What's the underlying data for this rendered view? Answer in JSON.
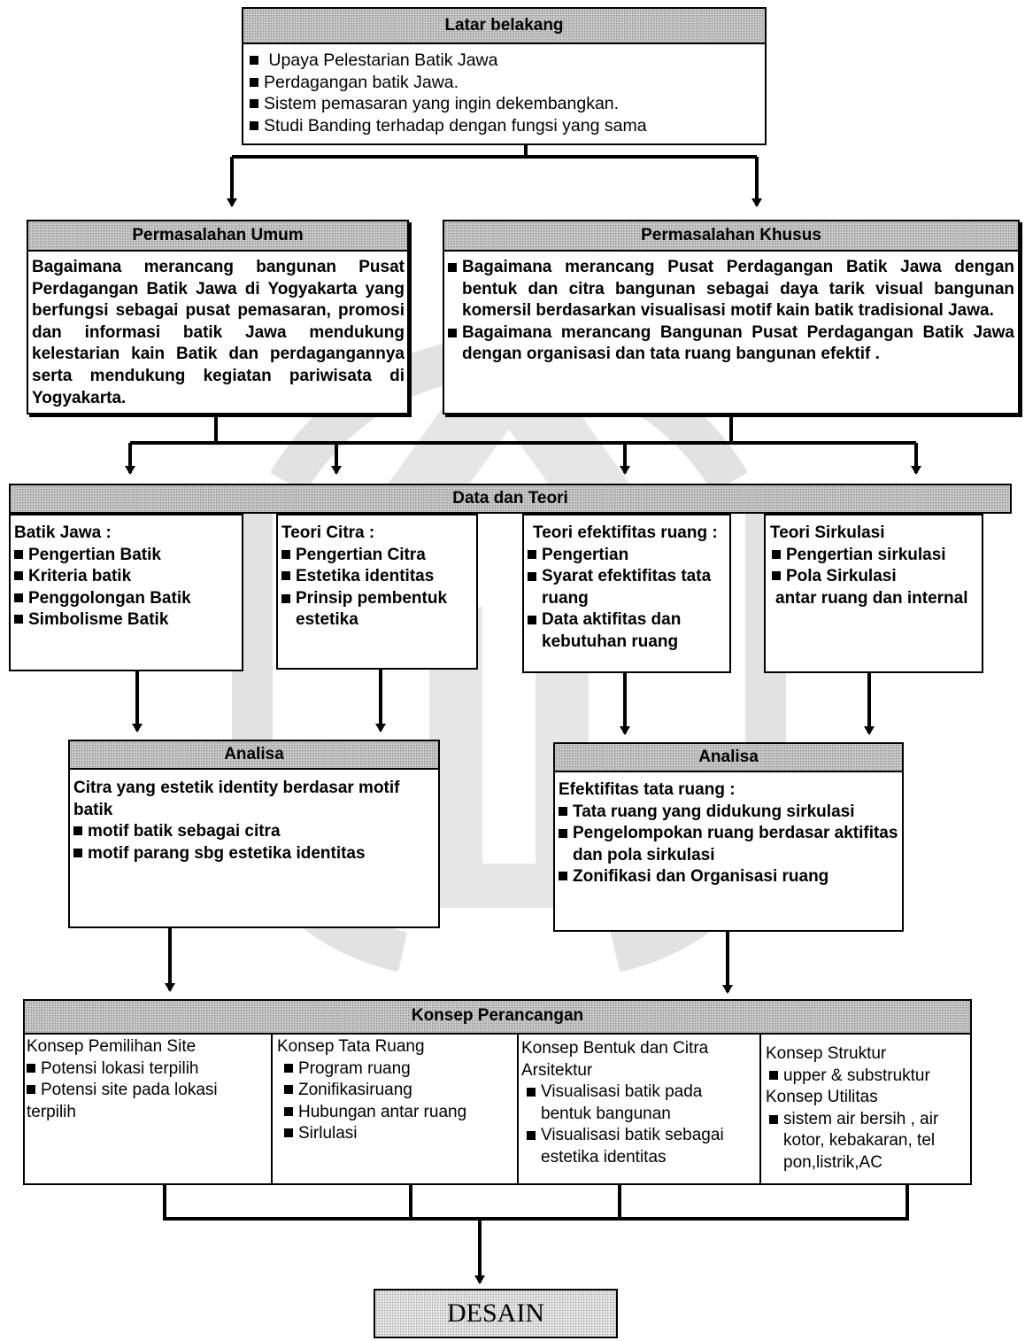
{
  "latar": {
    "title": "Latar belakang",
    "items": [
      "Upaya Pelestarian Batik Jawa",
      "Perdagangan batik Jawa.",
      "Sistem pemasaran yang ingin dekembangkan.",
      "Studi Banding terhadap dengan fungsi yang sama"
    ]
  },
  "umum": {
    "title": "Permasalahan  Umum",
    "text": "Bagaimana merancang bangunan Pusat Perdagangan Batik Jawa di Yogyakarta yang berfungsi sebagai pusat pemasaran, promosi dan informasi batik Jawa mendukung kelestarian kain Batik dan perdagangannya serta mendukung kegiatan pariwisata di Yogyakarta."
  },
  "khusus": {
    "title": "Permasalahan Khusus",
    "items": [
      "Bagaimana merancang Pusat Perdagangan Batik Jawa dengan bentuk dan citra bangunan sebagai daya tarik visual bangunan komersil berdasarkan visualisasi motif kain batik tradisional Jawa.",
      "Bagaimana merancang Bangunan Pusat Perdagangan Batik Jawa dengan organisasi dan tata ruang bangunan efektif ."
    ]
  },
  "data_teori": {
    "title": "Data dan Teori",
    "cols": [
      {
        "heading": "Batik Jawa :",
        "items": [
          "Pengertian Batik",
          "Kriteria batik",
          "Penggolongan Batik",
          "Simbolisme Batik"
        ]
      },
      {
        "heading": "Teori Citra :",
        "items": [
          "Pengertian Citra",
          "Estetika identitas",
          "Prinsip pembentuk estetika"
        ]
      },
      {
        "heading": "Teori efektifitas ruang :",
        "items": [
          "Pengertian",
          "Syarat efektifitas tata ruang",
          "Data aktifitas dan kebutuhan ruang"
        ]
      },
      {
        "heading": "Teori Sirkulasi",
        "items": [
          "Pengertian sirkulasi",
          "Pola Sirkulasi"
        ],
        "extra": "antar ruang dan internal"
      }
    ]
  },
  "analisa_kiri": {
    "title": "Analisa",
    "intro": "Citra yang estetik identity berdasar motif batik",
    "items": [
      "motif batik sebagai citra",
      "motif parang sbg estetika identitas"
    ]
  },
  "analisa_kanan": {
    "title": "Analisa",
    "intro": "Efektifitas tata ruang :",
    "items": [
      "Tata ruang yang didukung sirkulasi",
      "Pengelompokan ruang berdasar aktifitas dan pola sirkulasi",
      "Zonifikasi dan Organisasi ruang"
    ]
  },
  "konsep": {
    "title": "Konsep Perancangan",
    "cols": [
      {
        "heading": "Konsep Pemilihan Site",
        "items": [
          "Potensi lokasi terpilih",
          "Potensi site pada lokasi terpilih"
        ]
      },
      {
        "heading": "Konsep Tata Ruang",
        "items": [
          "Program ruang",
          "Zonifikasiruang",
          "Hubungan  antar ruang",
          "Sirlulasi"
        ]
      },
      {
        "heading": "Konsep Bentuk dan Citra Arsitektur",
        "items": [
          "Visualisasi batik pada bentuk bangunan",
          "Visualisasi batik sebagai estetika identitas"
        ]
      },
      {
        "heading": "Konsep Struktur",
        "items": [
          "upper & substruktur"
        ],
        "heading2": "Konsep Utilitas",
        "items2": [
          "sistem air bersih , air kotor, kebakaran, tel pon,listrik,AC"
        ]
      }
    ]
  },
  "desain": {
    "label": "DESAIN"
  }
}
